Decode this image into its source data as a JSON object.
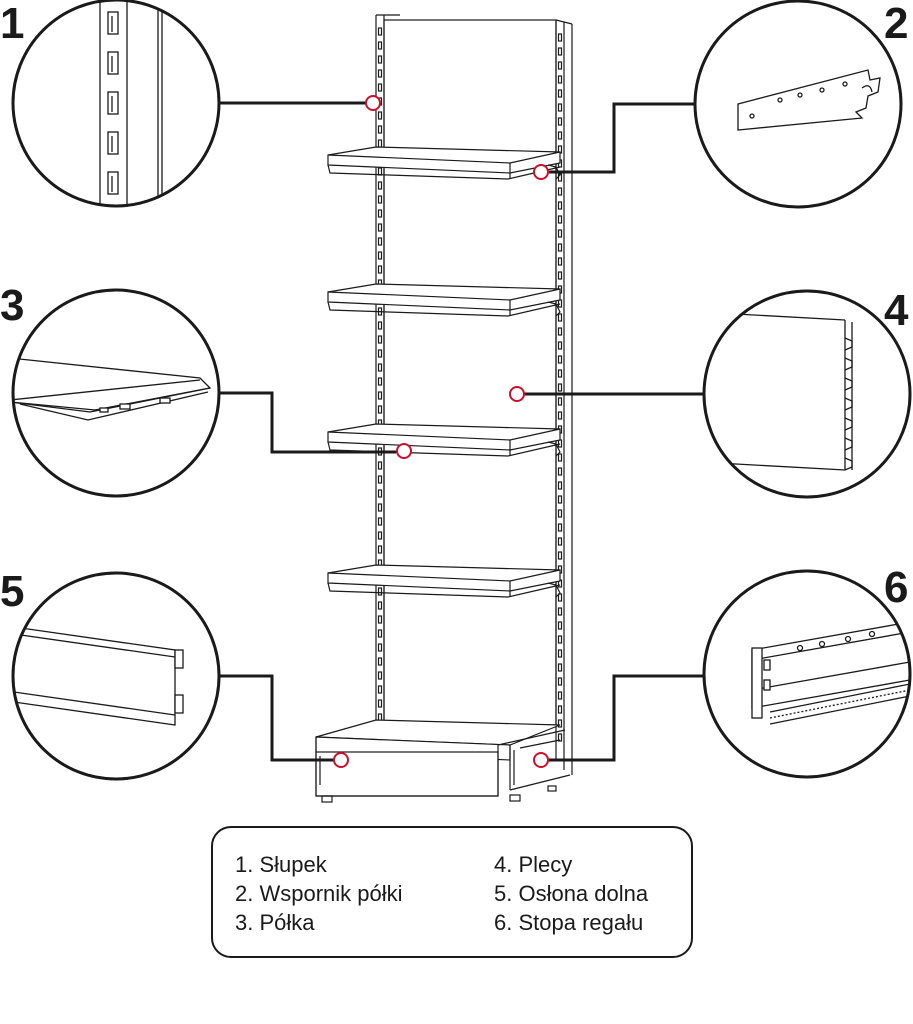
{
  "callouts": [
    {
      "number": "1"
    },
    {
      "number": "2"
    },
    {
      "number": "3"
    },
    {
      "number": "4"
    },
    {
      "number": "5"
    },
    {
      "number": "6"
    }
  ],
  "legend": {
    "left": [
      "1. Słupek",
      "2. Wspornik półki",
      "3. Półka"
    ],
    "right": [
      "4. Plecy",
      "5. Osłona dolna",
      "6. Stopa regału"
    ]
  },
  "colors": {
    "line": "#1a1a1a",
    "marker": "#c8102e",
    "background": "#ffffff"
  }
}
